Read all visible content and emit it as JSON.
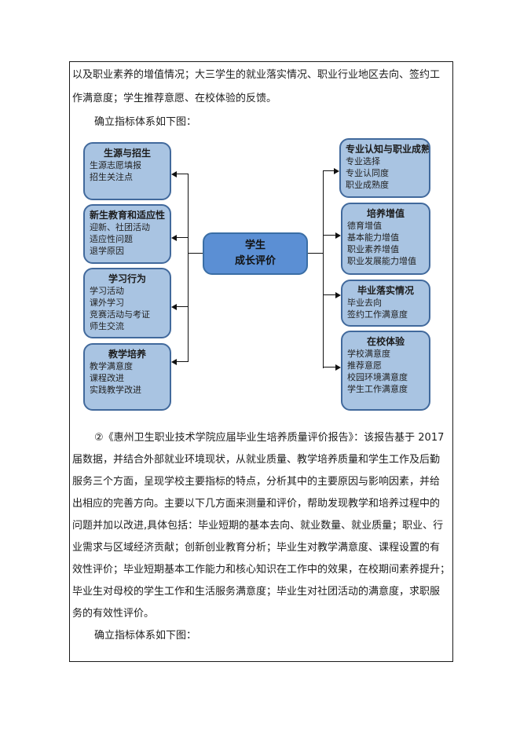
{
  "paragraph1": {
    "line1": "以及职业素养的增值情况；大三学生的就业落实情况、职业行业地区去向、签约工",
    "line2": "作满意度；学生推荐意愿、在校体验的反馈。",
    "caption": "确立指标体系如下图："
  },
  "paragraph2": {
    "line1": "②《惠州卫生职业技术学院应届毕业生培养质量评价报告》：该报告基于 2017",
    "line2": "届数据，并结合外部就业环境现状，从就业质量、教学培养质量和学生工作及后勤",
    "line3": "服务三个方面，呈现学校主要指标的特点，分析其中的主要原因与影响因素，并给",
    "line4": "出相应的完善方向。主要以下几方面来测量和评价，帮助发现教学和培养过程中的",
    "line5": "问题并加以改进,具体包括：毕业短期的基本去向、就业数量、就业质量；职业、行",
    "line6": "业需求与区域经济贡献；创新创业教育分析；毕业生对教学满意度、课程设置的有",
    "line7": "效性评价；毕业短期基本工作能力和核心知识在工作中的效果，在校期间素养提升；",
    "line8": "毕业生对母校的学生工作和生活服务满意度；毕业生对社团活动的满意度，求职服",
    "line9": "务的有效性评价。",
    "caption": "确立指标体系如下图："
  },
  "diagram": {
    "center": {
      "line1": "学生",
      "line2": "成长评价"
    },
    "left_boxes": [
      {
        "title": "生源与招生",
        "items": [
          "生源志愿填报",
          "招生关注点"
        ]
      },
      {
        "title": "新生教育和适应性",
        "items": [
          "迎新、社团活动",
          "适应性问题",
          "退学原因"
        ]
      },
      {
        "title": "学习行为",
        "items": [
          "学习活动",
          "课外学习",
          "竞赛活动与考证",
          "师生交流"
        ]
      },
      {
        "title": "教学培养",
        "items": [
          "教学满意度",
          "课程改进",
          "实践教学改进"
        ]
      }
    ],
    "right_boxes": [
      {
        "title": "专业认知与职业成熟",
        "items": [
          "专业选择",
          "专业认同度",
          "职业成熟度"
        ]
      },
      {
        "title": "培养增值",
        "items": [
          "德育增值",
          "基本能力增值",
          "职业素养增值",
          "职业发展能力增值"
        ]
      },
      {
        "title": "毕业落实情况",
        "items": [
          "毕业去向",
          "签约工作满意度"
        ]
      },
      {
        "title": "在校体验",
        "items": [
          "学校满意度",
          "推荐意愿",
          "校园环境满意度",
          "学生工作满意度"
        ]
      }
    ],
    "colors": {
      "node_fill": "#a9c4e2",
      "node_border": "#41699c",
      "center_fill": "#5b8fd4",
      "center_border": "#3a6ea5",
      "connector": "#111111"
    }
  }
}
